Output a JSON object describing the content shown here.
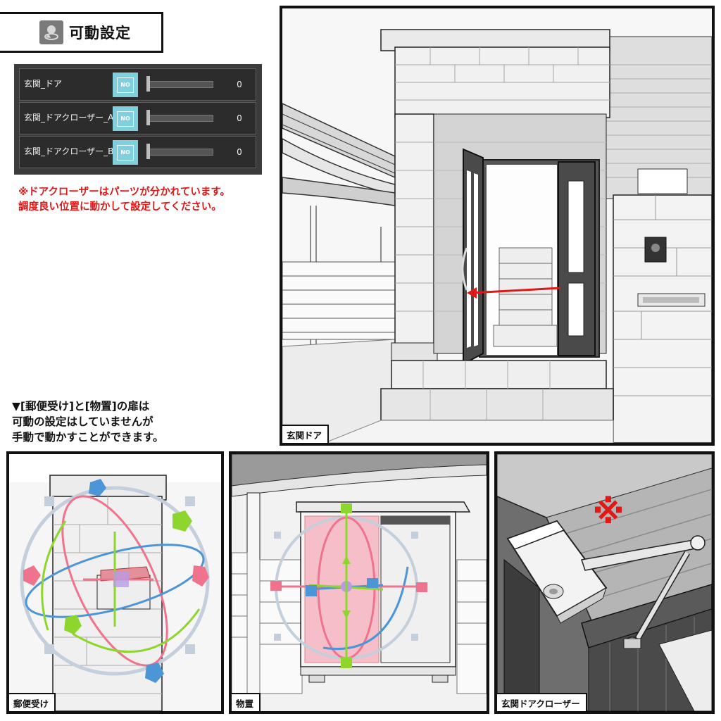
{
  "title": {
    "text": "可動設定",
    "icon": "gizmo-icon"
  },
  "sliders": [
    {
      "label": "玄関_ドア",
      "button": "NO",
      "value": "0"
    },
    {
      "label": "玄関_ドアクローザー_A",
      "button": "NO",
      "value": "0"
    },
    {
      "label": "玄関_ドアクローザー_B",
      "button": "NO",
      "value": "0"
    }
  ],
  "notes": {
    "red_line1": "※ドアクローザーはパーツが分かれています。",
    "red_line2": "調度良い位置に動かして設定してください。",
    "black_line1": "▼[郵便受け]と[物置]の扉は",
    "black_line2": "可動の設定はしていませんが",
    "black_line3": "手動で動かすことができます。"
  },
  "panels": {
    "entrance": {
      "caption": "玄関ドア"
    },
    "mailbox": {
      "caption": "郵便受け"
    },
    "storage": {
      "caption": "物置"
    },
    "closer": {
      "caption": "玄関ドアクローザー",
      "mark": "※"
    }
  },
  "colors": {
    "red_note": "#e01818",
    "panel_bg": "#3b3b3b",
    "gizmo_red": "#f0738e",
    "gizmo_green": "#8ed62e",
    "gizmo_blue": "#4c95d6"
  }
}
